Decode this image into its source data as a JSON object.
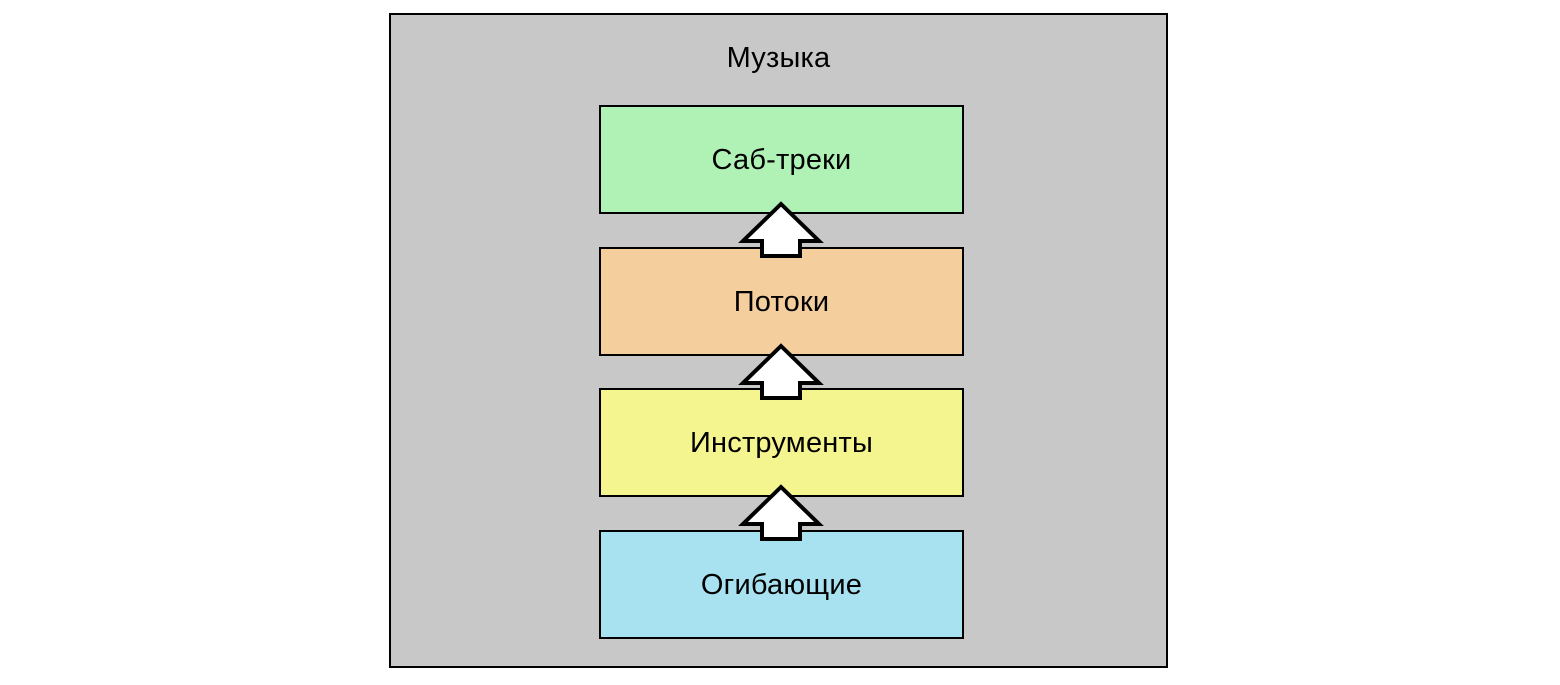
{
  "diagram": {
    "title": "Музыка",
    "background_color": "#c8c8c8",
    "border_color": "#000000",
    "layers": [
      {
        "label": "Саб-треки",
        "fill": "#b0f2b6"
      },
      {
        "label": "Потоки",
        "fill": "#f5ce9e"
      },
      {
        "label": "Инструменты",
        "fill": "#f5f58f"
      },
      {
        "label": "Огибающие",
        "fill": "#a8e2f0"
      }
    ],
    "arrows": [
      {
        "direction": "up",
        "from": "Потоки",
        "to": "Саб-треки",
        "fill": "#ffffff",
        "stroke": "#000000"
      },
      {
        "direction": "up",
        "from": "Инструменты",
        "to": "Потоки",
        "fill": "#ffffff",
        "stroke": "#000000"
      },
      {
        "direction": "up",
        "from": "Огибающие",
        "to": "Инструменты",
        "fill": "#ffffff",
        "stroke": "#000000"
      }
    ]
  }
}
